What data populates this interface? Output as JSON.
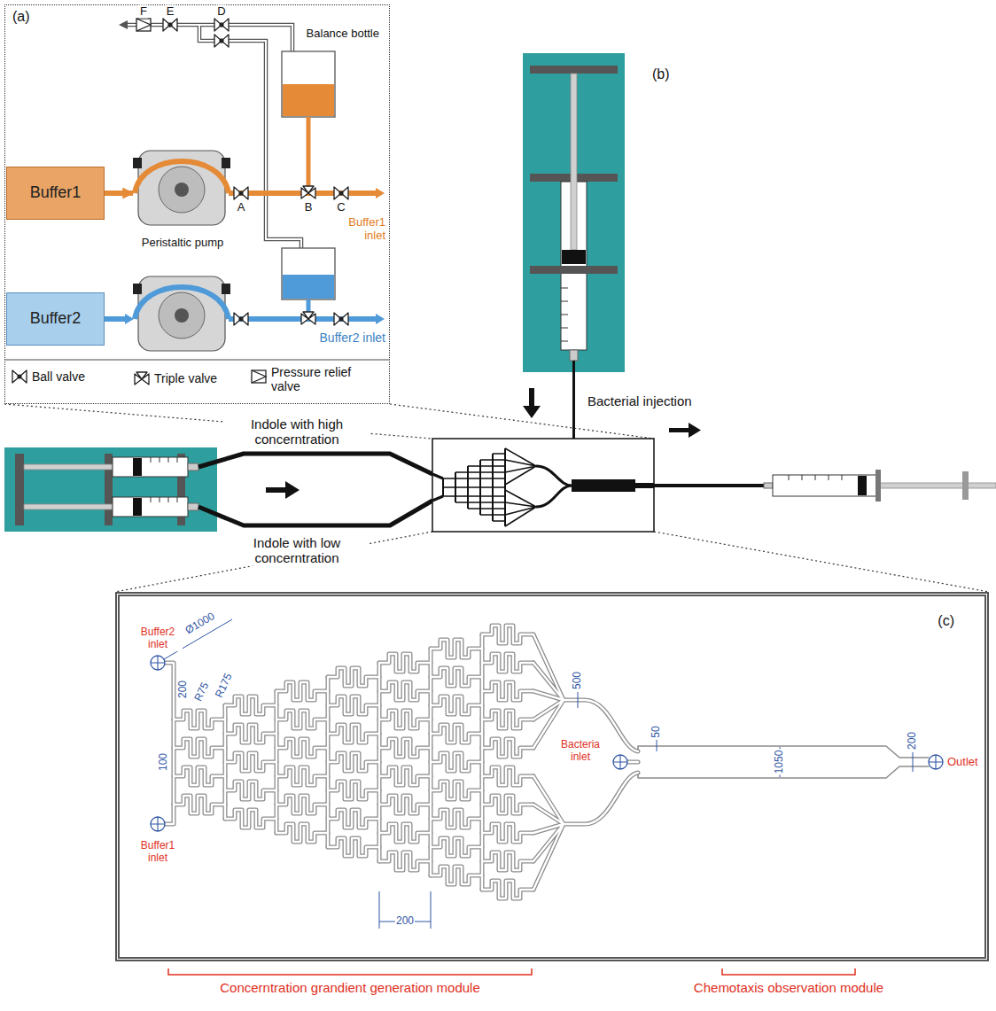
{
  "diagram": {
    "nodes": [
      {
        "text": [
          "(a)"
        ]
      },
      {
        "text": [
          "Buffer1"
        ],
        "in": 0
      },
      {
        "text": [
          "Peristaltic pump"
        ],
        "in": 0
      },
      {
        "text": [
          "Balance bottle"
        ],
        "in": 0
      },
      {
        "text": [
          "Buffer2"
        ],
        "in": 0
      },
      {
        "text": [
          "(b)"
        ]
      },
      {
        "text": [
          "(c)"
        ]
      }
    ],
    "edges": [
      {
        "from": 1,
        "to": 2,
        "arrow": "to"
      }
    ],
    "labels": [
      "F",
      "E",
      "D",
      "A",
      "B",
      "C",
      "Buffer1 inlet",
      "Buffer2 inlet",
      "Bacterial injection",
      "Indole with high concerntration",
      "Indole with low concerntration",
      "Buffer2 inlet",
      "Ø1000",
      "200",
      "R75",
      "R175",
      "100",
      "Buffer1 inlet",
      "200",
      "500",
      "Bacteria inlet",
      "50",
      "1050",
      "200",
      "Outlet",
      "Concerntration grandient generation module",
      "Chemotaxis observation module"
    ],
    "legend": [
      {
        "text": "Ball valve"
      },
      {
        "text": "Triple valve"
      },
      {
        "text": "Pressure relief valve"
      }
    ]
  }
}
